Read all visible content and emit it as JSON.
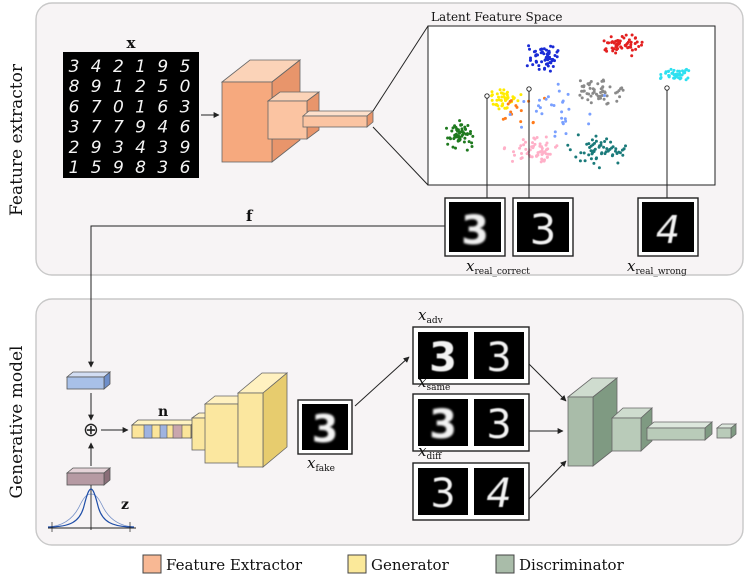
{
  "panels": {
    "top_label": "Feature extractor",
    "bottom_label": "Generative model"
  },
  "input_grid": {
    "label": "x",
    "rows": [
      "342195",
      "891250",
      "670163",
      "377946",
      "293439",
      "159836"
    ]
  },
  "latent": {
    "title": "Latent Feature Space",
    "cluster_colors": [
      "#1f7a1f",
      "#ffeb00",
      "#1a2bd6",
      "#e32020",
      "#2ee0f0",
      "#8a8a8a",
      "#ffb0c8",
      "#1a7a7a",
      "#ff7a1a",
      "#7aa0ff"
    ]
  },
  "samples": {
    "correct_digit_a": "3",
    "correct_digit_b": "3",
    "wrong_digit": "4",
    "correct_main": "x",
    "correct_sub": "real_correct",
    "wrong_main": "x",
    "wrong_sub": "real_wrong"
  },
  "arrows": {
    "f_label": "f",
    "n_label": "n",
    "z_label": "z",
    "plus": "⊕"
  },
  "generator_output": {
    "digit": "3",
    "label_main": "x",
    "label_sub": "fake"
  },
  "pairs": [
    {
      "main": "x",
      "sub": "adv",
      "digits": [
        "3",
        "3"
      ]
    },
    {
      "main": "x",
      "sub": "same",
      "digits": [
        "3",
        "3"
      ]
    },
    {
      "main": "x",
      "sub": "diff",
      "digits": [
        "3",
        "4"
      ]
    }
  ],
  "legend": [
    {
      "label": "Feature Extractor",
      "color": "#f8b894"
    },
    {
      "label": "Generator",
      "color": "#fbe99a"
    },
    {
      "label": "Discriminator",
      "color": "#a9bca9"
    }
  ]
}
